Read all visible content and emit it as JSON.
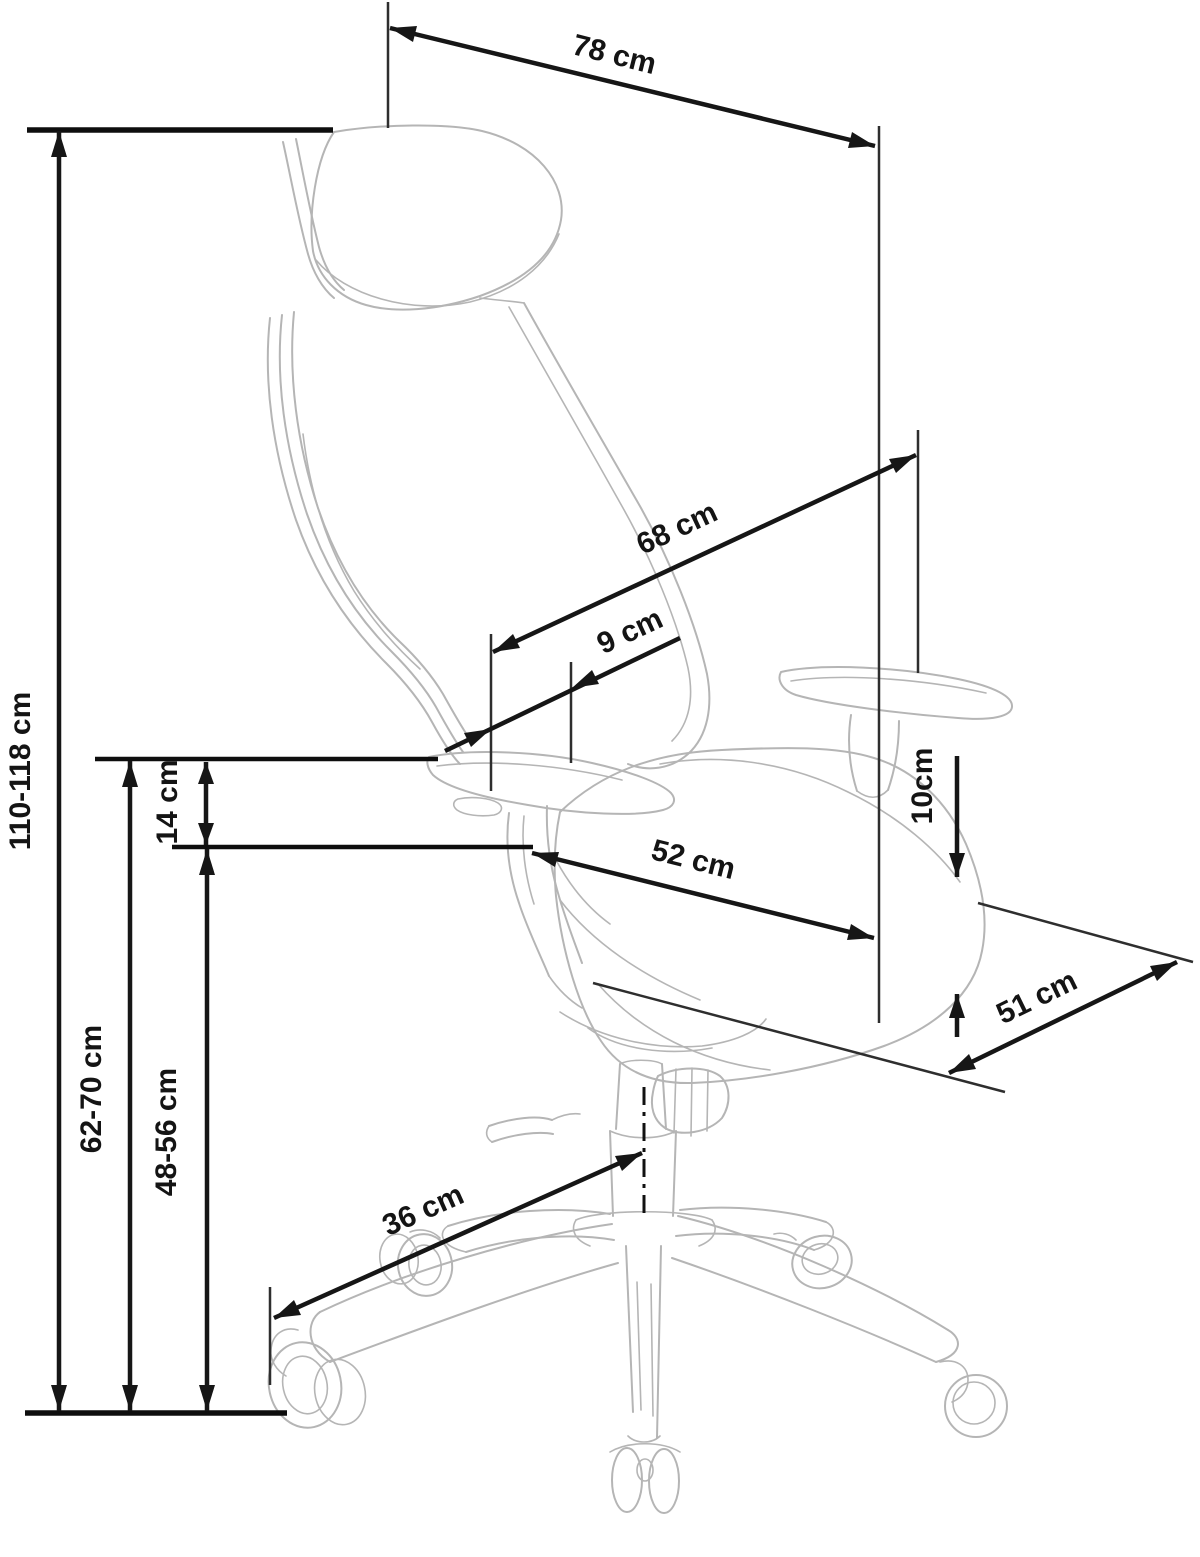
{
  "diagram": {
    "title": "Office chair dimensions diagram",
    "unit": "cm",
    "colors": {
      "dimension_lines": "#161616",
      "chair_art": "#b5b5b5",
      "background": "#ffffff",
      "text": "#141414"
    },
    "dimensions": {
      "backrest_width": {
        "label": "78 cm",
        "value": 78
      },
      "overall_height": {
        "label": "110-118 cm",
        "min": 110,
        "max": 118
      },
      "backrest_diagonal": {
        "label": "68 cm",
        "value": 68
      },
      "headrest_depth": {
        "label": "9 cm",
        "value": 9
      },
      "armrest_above_seat": {
        "label": "14 cm",
        "value": 14
      },
      "armrest_height": {
        "label": "62-70 cm",
        "min": 62,
        "max": 70
      },
      "seat_height": {
        "label": "48-56 cm",
        "min": 48,
        "max": 56
      },
      "seat_width": {
        "label": "52 cm",
        "value": 52
      },
      "seat_thickness": {
        "label": "10cm",
        "value": 10
      },
      "seat_depth": {
        "label": "51 cm",
        "value": 51
      },
      "base_leg_length": {
        "label": "36 cm",
        "value": 36
      }
    }
  }
}
